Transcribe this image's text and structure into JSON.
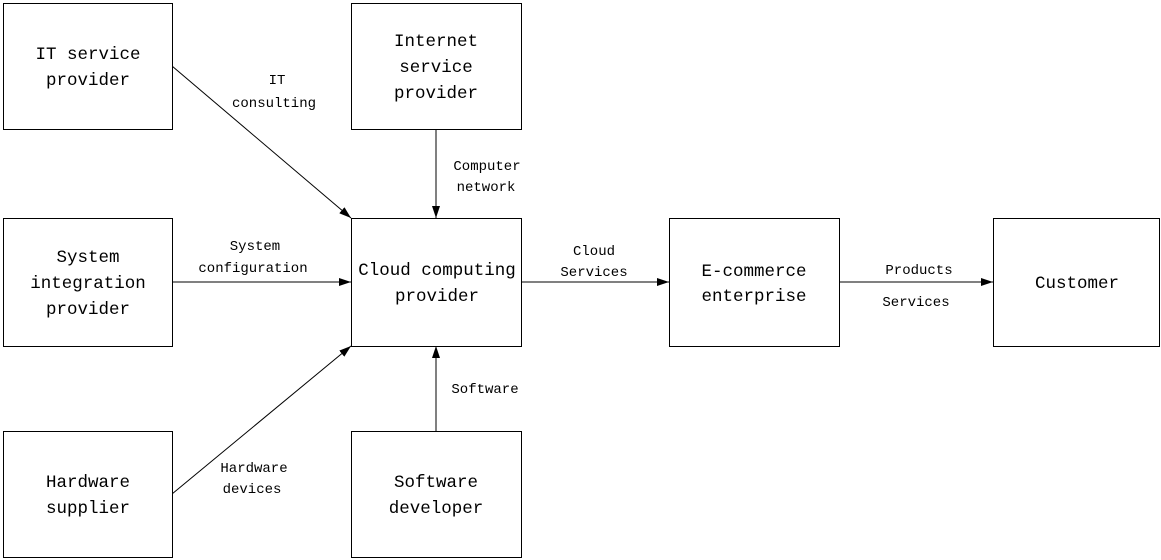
{
  "nodes": {
    "it_service_provider": {
      "lines": [
        "IT service",
        "provider"
      ]
    },
    "internet_service_provider": {
      "lines": [
        "Internet",
        "service",
        "provider"
      ]
    },
    "system_integration_provider": {
      "lines": [
        "System",
        "integration",
        "provider"
      ]
    },
    "cloud_computing_provider": {
      "lines": [
        "Cloud computing",
        "provider"
      ]
    },
    "ecommerce_enterprise": {
      "lines": [
        "E-commerce",
        "enterprise"
      ]
    },
    "customer": {
      "lines": [
        "Customer"
      ]
    },
    "hardware_supplier": {
      "lines": [
        "Hardware",
        "supplier"
      ]
    },
    "software_developer": {
      "lines": [
        "Software",
        "developer"
      ]
    }
  },
  "edges": {
    "it_consulting": {
      "lines": [
        "IT",
        "consulting"
      ]
    },
    "computer_network": {
      "lines": [
        "Computer",
        "network"
      ]
    },
    "system_configuration": {
      "lines": [
        "System",
        "configuration"
      ]
    },
    "hardware_devices": {
      "lines": [
        "Hardware",
        "devices"
      ]
    },
    "software": {
      "lines": [
        "Software"
      ]
    },
    "cloud_services": {
      "lines": [
        "Cloud",
        "Services"
      ]
    },
    "products_services": {
      "lines": [
        "Products",
        "Services"
      ]
    }
  },
  "colors": {
    "stroke": "#000000",
    "background": "#ffffff"
  }
}
